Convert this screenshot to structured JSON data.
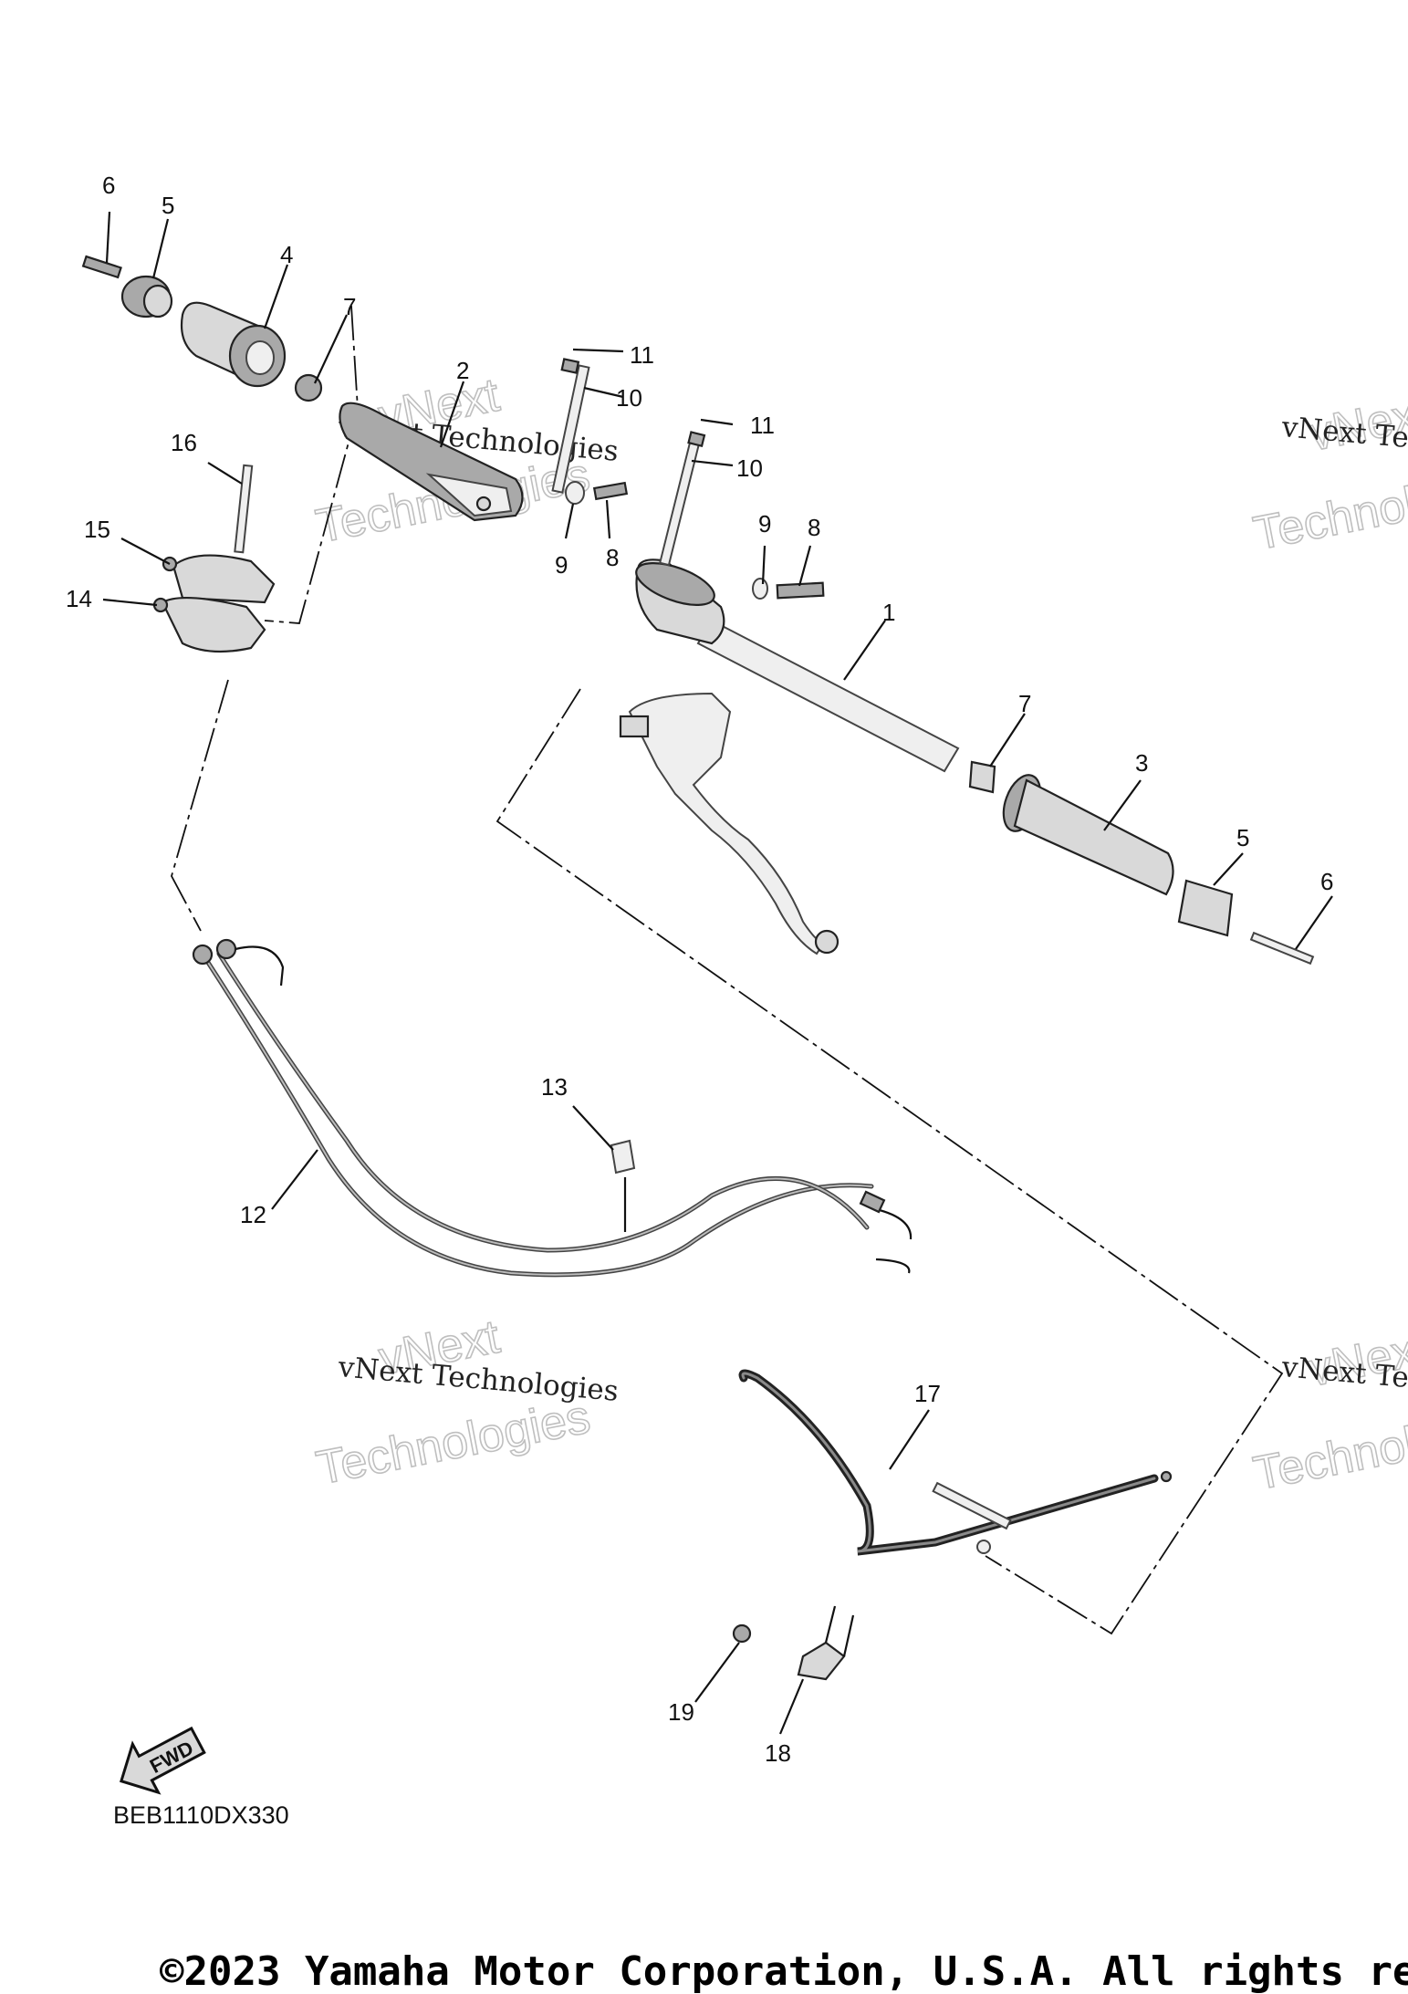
{
  "diagram": {
    "drawing_code": "BEB1110DX330",
    "copyright": "©2023 Yamaha Motor Corporation, U.S.A. All rights res",
    "fwd_label": "FWD",
    "watermark_line": "vNext Technologies",
    "watermark_big_1": "vNext",
    "watermark_big_2": "Technologies"
  },
  "callouts": [
    {
      "id": "c-6a",
      "text": "6"
    },
    {
      "id": "c-5a",
      "text": "5"
    },
    {
      "id": "c-4",
      "text": "4"
    },
    {
      "id": "c-7a",
      "text": "7"
    },
    {
      "id": "c-2",
      "text": "2"
    },
    {
      "id": "c-11a",
      "text": "11"
    },
    {
      "id": "c-10a",
      "text": "10"
    },
    {
      "id": "c-11b",
      "text": "11"
    },
    {
      "id": "c-10b",
      "text": "10"
    },
    {
      "id": "c-16",
      "text": "16"
    },
    {
      "id": "c-15",
      "text": "15"
    },
    {
      "id": "c-14",
      "text": "14"
    },
    {
      "id": "c-9a",
      "text": "9"
    },
    {
      "id": "c-8a",
      "text": "8"
    },
    {
      "id": "c-9b",
      "text": "9"
    },
    {
      "id": "c-8b",
      "text": "8"
    },
    {
      "id": "c-1",
      "text": "1"
    },
    {
      "id": "c-7b",
      "text": "7"
    },
    {
      "id": "c-3",
      "text": "3"
    },
    {
      "id": "c-5b",
      "text": "5"
    },
    {
      "id": "c-6b",
      "text": "6"
    },
    {
      "id": "c-13",
      "text": "13"
    },
    {
      "id": "c-12",
      "text": "12"
    },
    {
      "id": "c-17",
      "text": "17"
    },
    {
      "id": "c-19",
      "text": "19"
    },
    {
      "id": "c-18",
      "text": "18"
    }
  ]
}
